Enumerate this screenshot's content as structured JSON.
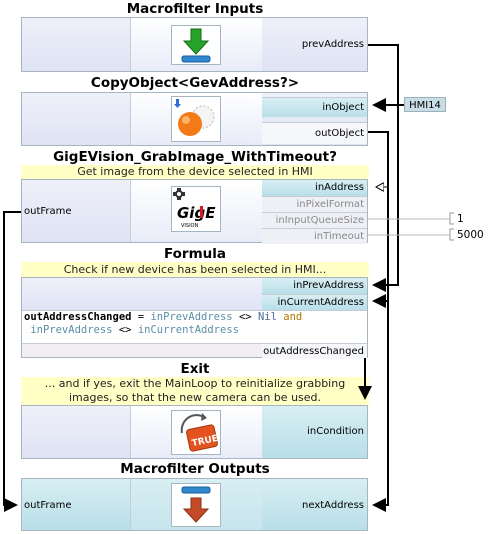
{
  "macro_inputs": {
    "title": "Macrofilter Inputs",
    "port": "prevAddress",
    "icon": "arrow-down-icon"
  },
  "copy_object": {
    "title": "CopyObject<GevAddress?>",
    "in_port": "inObject",
    "out_port": "outObject",
    "hmi_label": "HMI14",
    "icon": "copy-spheres-icon"
  },
  "gige": {
    "title": "GigEVision_GrabImage_WithTimeout?",
    "comment": "Get image from the device selected in HMI",
    "out_port": "outFrame",
    "in_ports": [
      "inAddress",
      "inPixelFormat",
      "inInputQueueSize",
      "inTimeout"
    ],
    "queue_value": "1",
    "timeout_value": "5000",
    "icon_text": "GigE",
    "icon_subtext": "VISION"
  },
  "formula": {
    "title": "Formula",
    "comment": "Check if new device has been selected in HMI...",
    "in_ports": [
      "inPrevAddress",
      "inCurrentAddress"
    ],
    "out_port": "outAddressChanged",
    "line1_lhs": "outAddressChanged",
    "line1_eq": "=",
    "line1_a": "inPrevAddress",
    "line1_op": "<>",
    "line1_nil": "Nil",
    "line1_and": "and",
    "line2_a": "inPrevAddress",
    "line2_op": "<>",
    "line2_b": "inCurrentAddress"
  },
  "exit": {
    "title": "Exit",
    "comment_line1": "... and if yes, exit the MainLoop to reinitialize grabbing",
    "comment_line2": "images, so that the new camera can be used.",
    "in_port": "inCondition",
    "icon_text": "TRUE"
  },
  "macro_outputs": {
    "title": "Macrofilter Outputs",
    "left_port": "outFrame",
    "right_port": "nextAddress",
    "icon": "arrow-down-out-icon"
  }
}
